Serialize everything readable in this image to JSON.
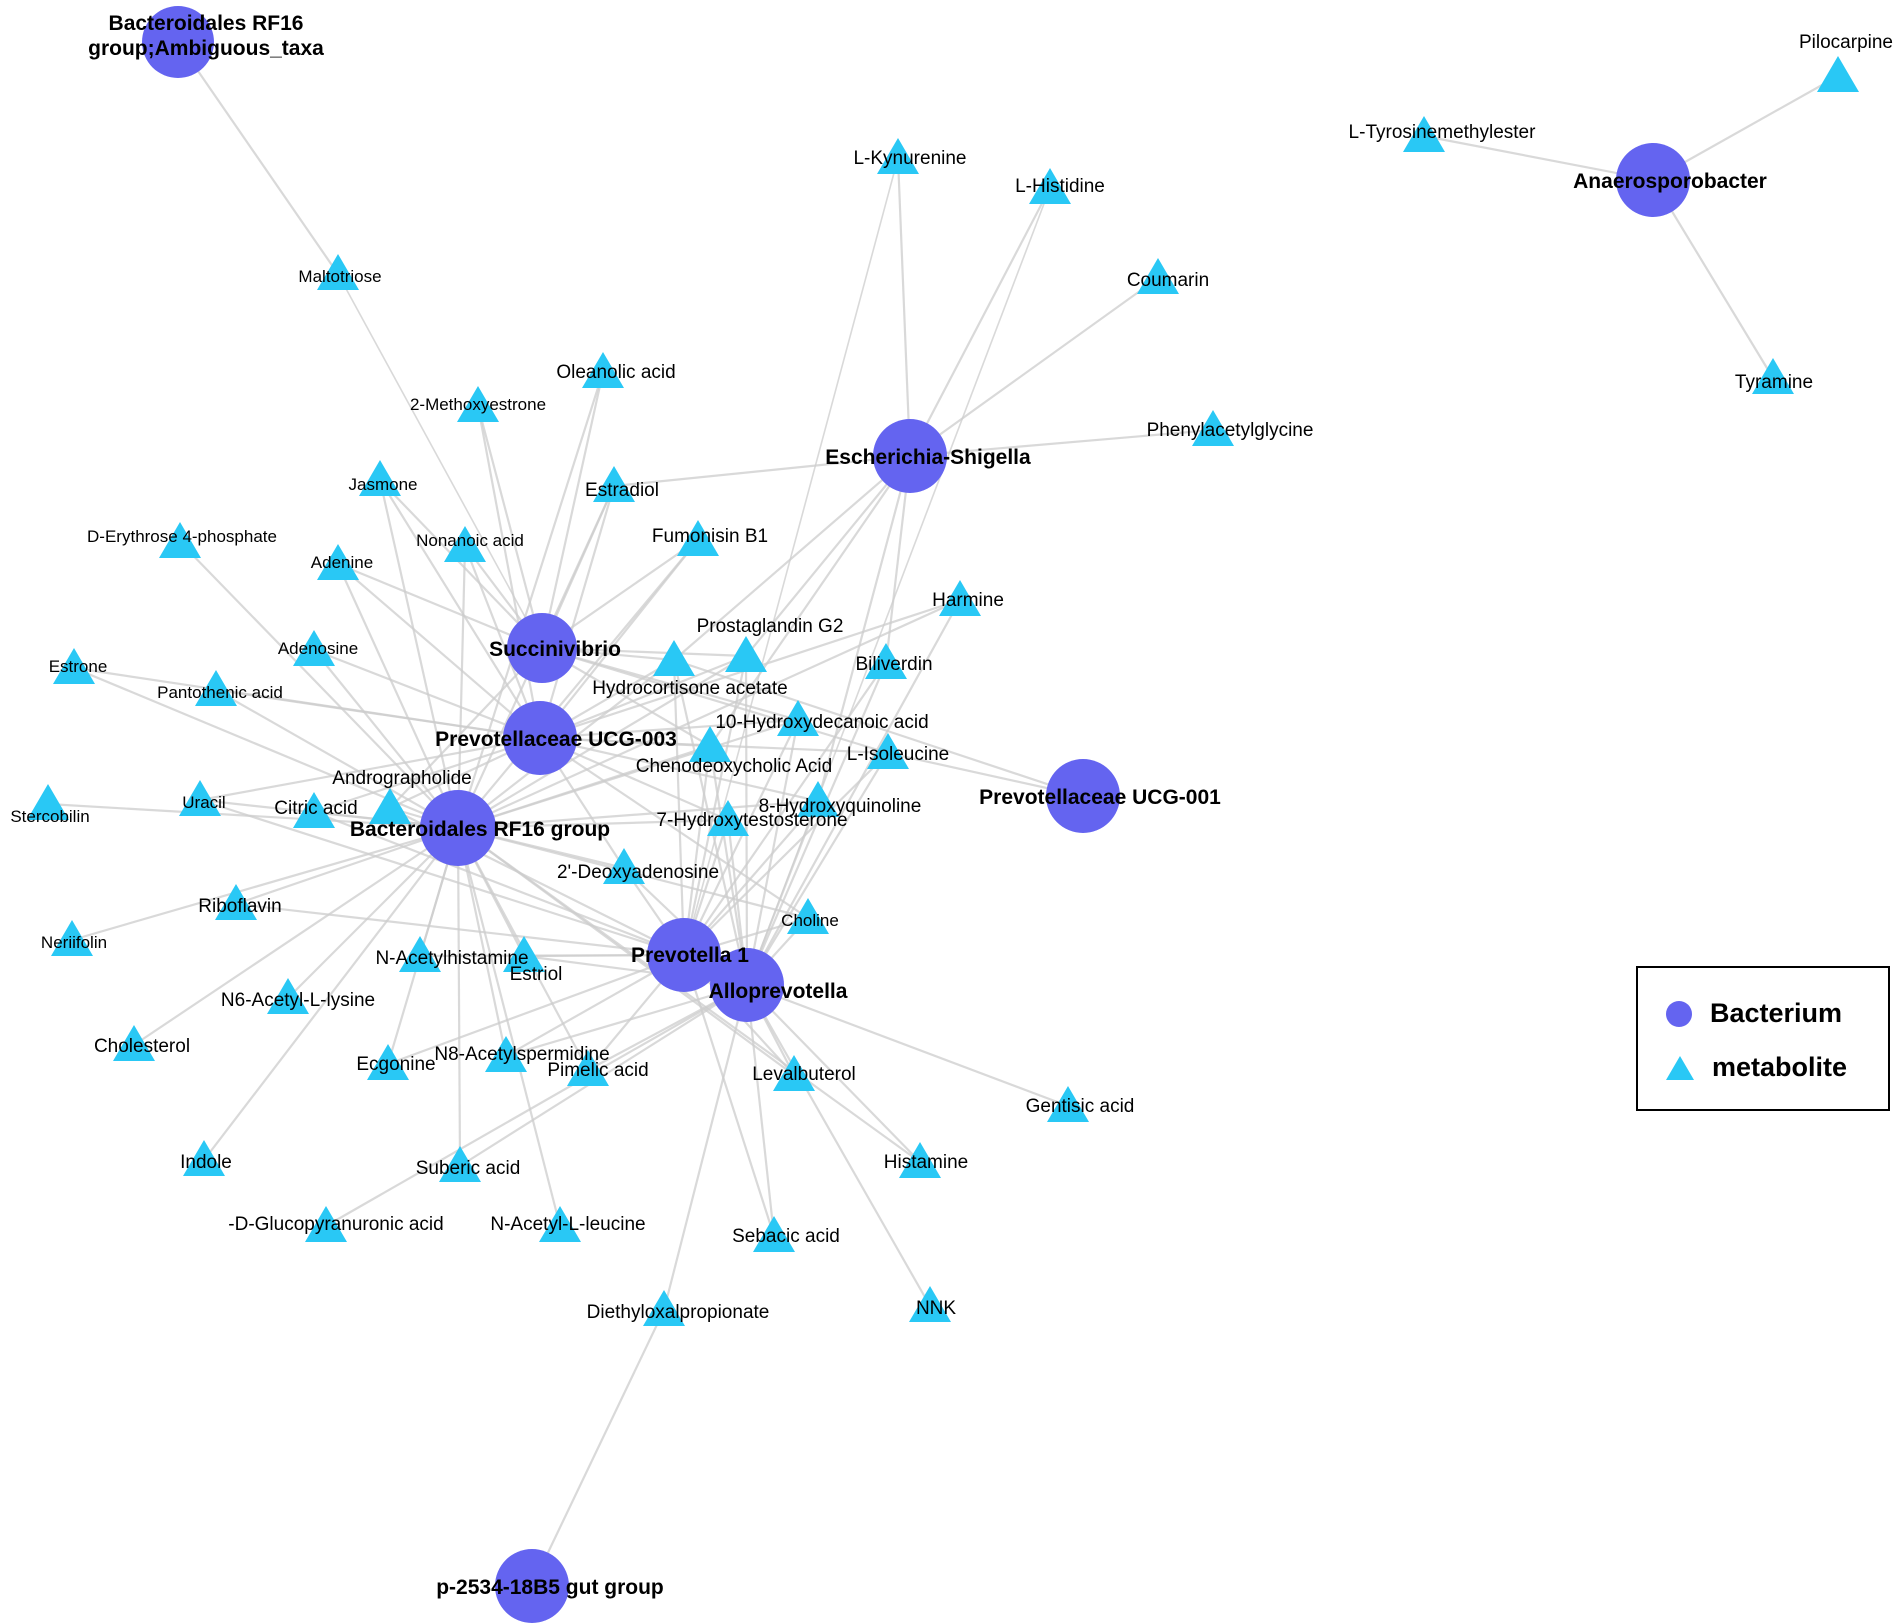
{
  "colors": {
    "bacterium": "#6464f0",
    "metabolite": "#29c8f5",
    "edge": "#cccccc"
  },
  "legend": {
    "bacterium_label": "Bacterium",
    "metabolite_label": "metabolite"
  },
  "bacteria": [
    {
      "id": "b_amb",
      "label_lines": [
        "Bacteroidales RF16",
        "group;Ambiguous_taxa"
      ]
    },
    {
      "id": "b_anaero",
      "label_lines": [
        "Anaerosporobacter"
      ]
    },
    {
      "id": "b_esch",
      "label_lines": [
        "Escherichia-Shigella"
      ]
    },
    {
      "id": "b_succ",
      "label_lines": [
        "Succinivibrio"
      ]
    },
    {
      "id": "b_ucg003",
      "label_lines": [
        "Prevotellaceae UCG-003"
      ]
    },
    {
      "id": "b_ucg001",
      "label_lines": [
        "Prevotellaceae UCG-001"
      ]
    },
    {
      "id": "b_rf16",
      "label_lines": [
        "Bacteroidales RF16 group"
      ]
    },
    {
      "id": "b_prev1",
      "label_lines": [
        "Prevotella 1"
      ]
    },
    {
      "id": "b_allo",
      "label_lines": [
        "Alloprevotella"
      ]
    },
    {
      "id": "b_p2534",
      "label_lines": [
        "p-2534-18B5 gut group"
      ]
    }
  ],
  "metabolites": [
    {
      "id": "m_pilo",
      "label": "Pilocarpine"
    },
    {
      "id": "m_ltyr",
      "label": "L-Tyrosinemethylester"
    },
    {
      "id": "m_tyram",
      "label": "Tyramine"
    },
    {
      "id": "m_lkyn",
      "label": "L-Kynurenine"
    },
    {
      "id": "m_lhis",
      "label": "L-Histidine"
    },
    {
      "id": "m_coum",
      "label": "Coumarin"
    },
    {
      "id": "m_phen",
      "label": "Phenylacetylglycine"
    },
    {
      "id": "m_malt",
      "label": "Maltotriose"
    },
    {
      "id": "m_olea",
      "label": "Oleanolic acid"
    },
    {
      "id": "m_2met",
      "label": "2-Methoxyestrone"
    },
    {
      "id": "m_jasm",
      "label": "Jasmone"
    },
    {
      "id": "m_estrad",
      "label": "Estradiol"
    },
    {
      "id": "m_derythrose",
      "label": "D-Erythrose 4-phosphate"
    },
    {
      "id": "m_nona",
      "label": "Nonanoic acid"
    },
    {
      "id": "m_fumo",
      "label": "Fumonisin B1"
    },
    {
      "id": "m_aden",
      "label": "Adenine"
    },
    {
      "id": "m_harm",
      "label": "Harmine"
    },
    {
      "id": "m_adenos",
      "label": "Adenosine"
    },
    {
      "id": "m_prost",
      "label": "Prostaglandin G2"
    },
    {
      "id": "m_biliv",
      "label": "Biliverdin"
    },
    {
      "id": "m_estrone",
      "label": "Estrone"
    },
    {
      "id": "m_panto",
      "label": "Pantothenic acid"
    },
    {
      "id": "m_hydro",
      "label": "Hydrocortisone acetate"
    },
    {
      "id": "m_10hyd",
      "label": "10-Hydroxydecanoic acid"
    },
    {
      "id": "m_liso",
      "label": "L-Isoleucine"
    },
    {
      "id": "m_andro",
      "label": "Andrographolide"
    },
    {
      "id": "m_cheno",
      "label": "Chenodeoxycholic Acid"
    },
    {
      "id": "m_sterc",
      "label": "Stercobilin"
    },
    {
      "id": "m_uracil",
      "label": "Uracil"
    },
    {
      "id": "m_citric",
      "label": "Citric acid"
    },
    {
      "id": "m_8hyd",
      "label": "8-Hydroxyquinoline"
    },
    {
      "id": "m_7hyd",
      "label": "7-Hydroxytestosterone"
    },
    {
      "id": "m_2deoxy",
      "label": "2'-Deoxyadenosine"
    },
    {
      "id": "m_ribo",
      "label": "Riboflavin"
    },
    {
      "id": "m_nerii",
      "label": "Neriifolin"
    },
    {
      "id": "m_choline",
      "label": "Choline"
    },
    {
      "id": "m_nacetylhis",
      "label": "N-Acetylhistamine"
    },
    {
      "id": "m_estriol",
      "label": "Estriol"
    },
    {
      "id": "m_n6acetyl",
      "label": "N6-Acetyl-L-lysine"
    },
    {
      "id": "m_chol",
      "label": "Cholesterol"
    },
    {
      "id": "m_n8acetyl",
      "label": "N8-Acetylspermidine"
    },
    {
      "id": "m_ecgon",
      "label": "Ecgonine"
    },
    {
      "id": "m_pimelic",
      "label": "Pimelic acid"
    },
    {
      "id": "m_levalb",
      "label": "Levalbuterol"
    },
    {
      "id": "m_gent",
      "label": "Gentisic acid"
    },
    {
      "id": "m_indole",
      "label": "Indole"
    },
    {
      "id": "m_suberic",
      "label": "Suberic acid"
    },
    {
      "id": "m_hista",
      "label": "Histamine"
    },
    {
      "id": "m_dgluco",
      "label": "-D-Glucopyranuronic acid"
    },
    {
      "id": "m_nacetyllleu",
      "label": "N-Acetyl-L-leucine"
    },
    {
      "id": "m_sebacic",
      "label": "Sebacic acid"
    },
    {
      "id": "m_nnk",
      "label": "NNK"
    },
    {
      "id": "m_diethyl",
      "label": "Diethyloxalpropionate"
    }
  ],
  "edges": [
    [
      "b_amb",
      "m_malt"
    ],
    [
      "m_malt",
      "b_succ"
    ],
    [
      "b_anaero",
      "m_pilo"
    ],
    [
      "b_anaero",
      "m_ltyr"
    ],
    [
      "b_anaero",
      "m_tyram"
    ],
    [
      "b_esch",
      "m_lkyn"
    ],
    [
      "b_esch",
      "m_lhis"
    ],
    [
      "b_esch",
      "m_coum"
    ],
    [
      "b_esch",
      "m_phen"
    ],
    [
      "b_esch",
      "m_estrad"
    ],
    [
      "b_esch",
      "m_prost"
    ],
    [
      "b_esch",
      "m_hydro"
    ],
    [
      "b_esch",
      "m_cheno"
    ],
    [
      "b_esch",
      "m_biliv"
    ],
    [
      "b_esch",
      "m_8hyd"
    ],
    [
      "m_lkyn",
      "b_prev1"
    ],
    [
      "m_lhis",
      "b_allo"
    ],
    [
      "b_succ",
      "m_olea"
    ],
    [
      "b_succ",
      "m_2met"
    ],
    [
      "b_succ",
      "m_jasm"
    ],
    [
      "b_succ",
      "m_nona"
    ],
    [
      "b_succ",
      "m_estrad"
    ],
    [
      "b_succ",
      "m_fumo"
    ],
    [
      "b_succ",
      "m_aden"
    ],
    [
      "b_succ",
      "m_hydro"
    ],
    [
      "b_succ",
      "m_prost"
    ],
    [
      "b_succ",
      "m_10hyd"
    ],
    [
      "b_succ",
      "m_liso"
    ],
    [
      "b_succ",
      "m_andro"
    ],
    [
      "b_succ",
      "m_cheno"
    ],
    [
      "b_ucg003",
      "m_2met"
    ],
    [
      "b_ucg003",
      "m_jasm"
    ],
    [
      "b_ucg003",
      "m_nona"
    ],
    [
      "b_ucg003",
      "m_estrad"
    ],
    [
      "b_ucg003",
      "m_fumo"
    ],
    [
      "b_ucg003",
      "m_aden"
    ],
    [
      "b_ucg003",
      "m_adenos"
    ],
    [
      "b_ucg003",
      "m_panto"
    ],
    [
      "b_ucg003",
      "m_prost"
    ],
    [
      "b_ucg003",
      "m_hydro"
    ],
    [
      "b_ucg003",
      "m_10hyd"
    ],
    [
      "b_ucg003",
      "m_liso"
    ],
    [
      "b_ucg003",
      "m_cheno"
    ],
    [
      "b_ucg003",
      "m_andro"
    ],
    [
      "b_ucg003",
      "m_citric"
    ],
    [
      "b_ucg003",
      "m_uracil"
    ],
    [
      "b_ucg003",
      "m_8hyd"
    ],
    [
      "b_ucg003",
      "m_7hyd"
    ],
    [
      "b_ucg003",
      "m_2deoxy"
    ],
    [
      "b_ucg003",
      "m_choline"
    ],
    [
      "b_ucg003",
      "m_estrone"
    ],
    [
      "b_ucg003",
      "m_harm"
    ],
    [
      "b_ucg001",
      "m_liso"
    ],
    [
      "b_ucg001",
      "m_hydro"
    ],
    [
      "b_rf16",
      "m_derythrose"
    ],
    [
      "b_rf16",
      "m_jasm"
    ],
    [
      "b_rf16",
      "m_aden"
    ],
    [
      "b_rf16",
      "m_adenos"
    ],
    [
      "b_rf16",
      "m_estrone"
    ],
    [
      "b_rf16",
      "m_panto"
    ],
    [
      "b_rf16",
      "m_sterc"
    ],
    [
      "b_rf16",
      "m_uracil"
    ],
    [
      "b_rf16",
      "m_citric"
    ],
    [
      "b_rf16",
      "m_andro"
    ],
    [
      "b_rf16",
      "m_ribo"
    ],
    [
      "b_rf16",
      "m_nerii"
    ],
    [
      "b_rf16",
      "m_n6acetyl"
    ],
    [
      "b_rf16",
      "m_chol"
    ],
    [
      "b_rf16",
      "m_indole"
    ],
    [
      "b_rf16",
      "m_ecgon"
    ],
    [
      "b_rf16",
      "m_n8acetyl"
    ],
    [
      "b_rf16",
      "m_nacetylhis"
    ],
    [
      "b_rf16",
      "m_estriol"
    ],
    [
      "b_rf16",
      "m_pimelic"
    ],
    [
      "b_rf16",
      "m_suberic"
    ],
    [
      "b_rf16",
      "m_nacetyllleu"
    ],
    [
      "b_rf16",
      "m_2deoxy"
    ],
    [
      "b_rf16",
      "m_choline"
    ],
    [
      "b_rf16",
      "m_levalb"
    ],
    [
      "b_rf16",
      "m_hista"
    ],
    [
      "b_rf16",
      "m_prost"
    ],
    [
      "b_rf16",
      "m_hydro"
    ],
    [
      "b_rf16",
      "m_10hyd"
    ],
    [
      "b_rf16",
      "m_cheno"
    ],
    [
      "b_rf16",
      "m_fumo"
    ],
    [
      "b_rf16",
      "m_estrad"
    ],
    [
      "b_rf16",
      "m_olea"
    ],
    [
      "b_rf16",
      "m_7hyd"
    ],
    [
      "b_rf16",
      "m_8hyd"
    ],
    [
      "b_rf16",
      "m_harm"
    ],
    [
      "b_rf16",
      "m_nona"
    ],
    [
      "b_prev1",
      "m_prost"
    ],
    [
      "b_prev1",
      "m_hydro"
    ],
    [
      "b_prev1",
      "m_10hyd"
    ],
    [
      "b_prev1",
      "m_cheno"
    ],
    [
      "b_prev1",
      "m_7hyd"
    ],
    [
      "b_prev1",
      "m_8hyd"
    ],
    [
      "b_prev1",
      "m_2deoxy"
    ],
    [
      "b_prev1",
      "m_choline"
    ],
    [
      "b_prev1",
      "m_estriol"
    ],
    [
      "b_prev1",
      "m_nacetylhis"
    ],
    [
      "b_prev1",
      "m_n8acetyl"
    ],
    [
      "b_prev1",
      "m_pimelic"
    ],
    [
      "b_prev1",
      "m_ecgon"
    ],
    [
      "b_prev1",
      "m_sebacic"
    ],
    [
      "b_prev1",
      "m_levalb"
    ],
    [
      "b_prev1",
      "m_liso"
    ],
    [
      "b_prev1",
      "m_biliv"
    ],
    [
      "b_prev1",
      "m_andro"
    ],
    [
      "b_prev1",
      "m_ribo"
    ],
    [
      "b_prev1",
      "m_uracil"
    ],
    [
      "b_prev1",
      "m_citric"
    ],
    [
      "b_allo",
      "m_prost"
    ],
    [
      "b_allo",
      "m_hydro"
    ],
    [
      "b_allo",
      "m_10hyd"
    ],
    [
      "b_allo",
      "m_cheno"
    ],
    [
      "b_allo",
      "m_7hyd"
    ],
    [
      "b_allo",
      "m_8hyd"
    ],
    [
      "b_allo",
      "m_2deoxy"
    ],
    [
      "b_allo",
      "m_choline"
    ],
    [
      "b_allo",
      "m_pimelic"
    ],
    [
      "b_allo",
      "m_suberic"
    ],
    [
      "b_allo",
      "m_dgluco"
    ],
    [
      "b_allo",
      "m_levalb"
    ],
    [
      "b_allo",
      "m_gent"
    ],
    [
      "b_allo",
      "m_hista"
    ],
    [
      "b_allo",
      "m_nnk"
    ],
    [
      "b_allo",
      "m_sebacic"
    ],
    [
      "b_allo",
      "m_diethyl"
    ],
    [
      "b_allo",
      "m_liso"
    ],
    [
      "b_allo",
      "m_biliv"
    ],
    [
      "b_allo",
      "m_harm"
    ],
    [
      "b_allo",
      "m_estriol"
    ],
    [
      "b_allo",
      "m_n8acetyl"
    ],
    [
      "b_p2534",
      "m_diethyl"
    ]
  ]
}
